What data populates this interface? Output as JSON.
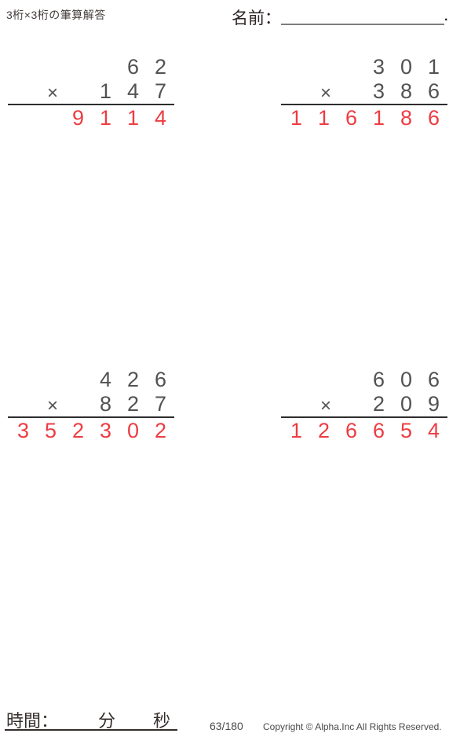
{
  "header": {
    "title": "3桁×3桁の筆算解答",
    "name_label": "名前：",
    "name_line_suffix": "."
  },
  "colors": {
    "answer_red": "#ed3c42",
    "digit_gray": "#525252"
  },
  "problems": [
    {
      "multiplicand": "62",
      "operator": "×",
      "multiplier": "147",
      "product": "9114"
    },
    {
      "multiplicand": "301",
      "operator": "×",
      "multiplier": "386",
      "product": "116186"
    },
    {
      "multiplicand": "426",
      "operator": "×",
      "multiplier": "827",
      "product": "352302"
    },
    {
      "multiplicand": "606",
      "operator": "×",
      "multiplier": "209",
      "product": "126654"
    }
  ],
  "footer": {
    "time_label": "時間：",
    "minutes_label": "分",
    "seconds_label": "秒",
    "page_number": "63/180",
    "copyright": "Copyright © Alpha.Inc All Rights Reserved."
  }
}
